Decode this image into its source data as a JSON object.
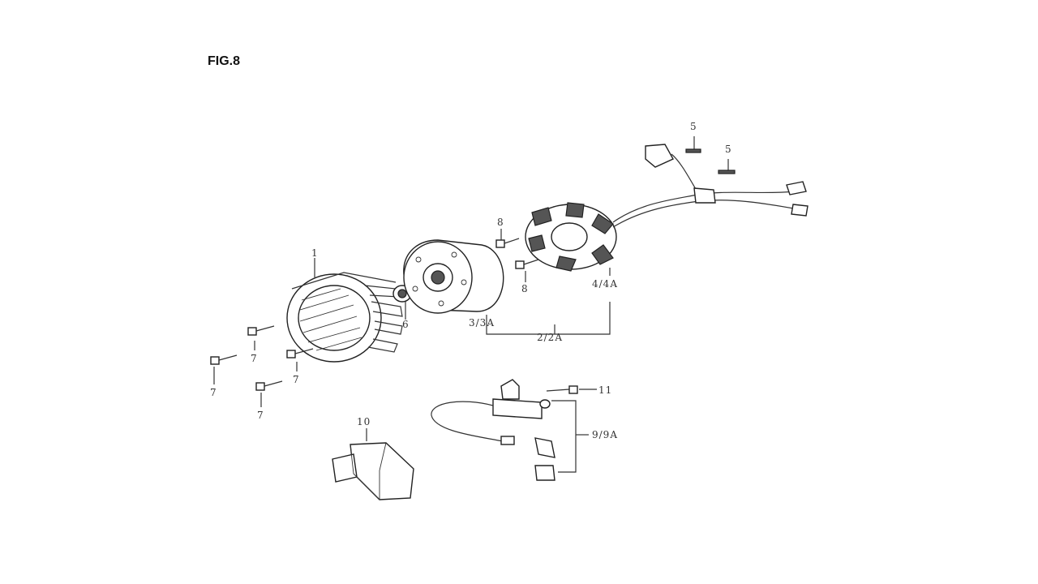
{
  "figure": {
    "title": "FIG.8"
  },
  "callouts": {
    "c1": "1",
    "c2": "2/2A",
    "c3": "3/3A",
    "c4": "4/4A",
    "c5a": "5",
    "c5b": "5",
    "c6": "6",
    "c7a": "7",
    "c7b": "7",
    "c7c": "7",
    "c7d": "7",
    "c8a": "8",
    "c8b": "8",
    "c9": "9/9A",
    "c10": "10",
    "c11": "11"
  }
}
